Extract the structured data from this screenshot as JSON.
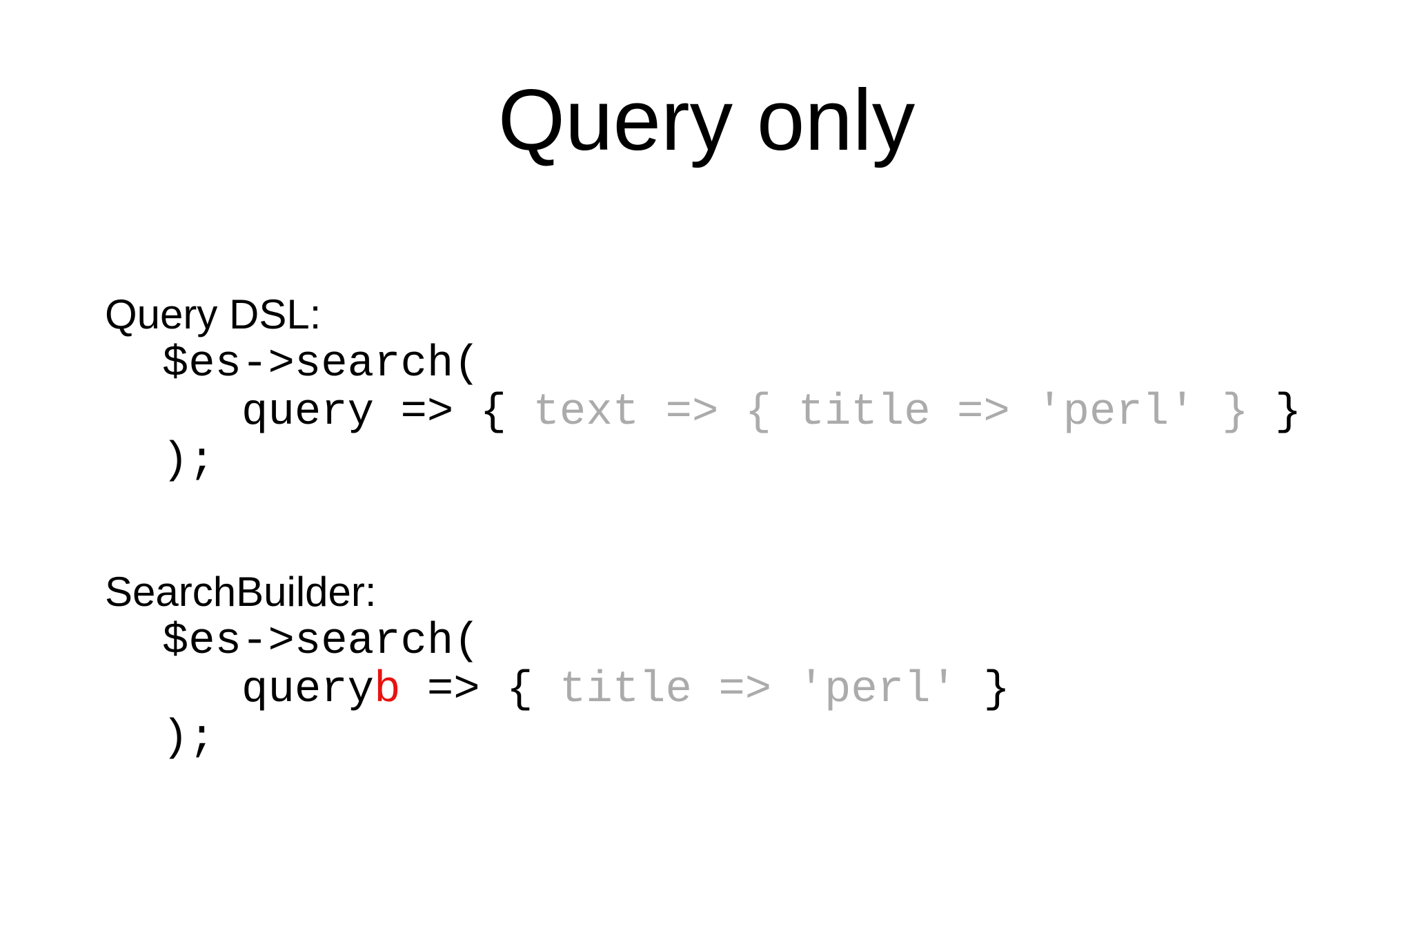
{
  "slide": {
    "title": "Query only",
    "colors": {
      "background": "#ffffff",
      "black": "#000000",
      "gray": "#ababab",
      "red": "#e8120f"
    },
    "sections": [
      {
        "label": "Query DSL:",
        "code_lines": [
          {
            "segments": [
              {
                "t": "  $es->search(",
                "c": "black"
              }
            ]
          },
          {
            "segments": [
              {
                "t": "     query => {",
                "c": "black"
              },
              {
                "t": " text => { title => 'perl' }",
                "c": "gray"
              },
              {
                "t": " }",
                "c": "black"
              }
            ]
          },
          {
            "segments": [
              {
                "t": "  );",
                "c": "black"
              }
            ]
          }
        ]
      },
      {
        "label": "SearchBuilder:",
        "code_lines": [
          {
            "segments": [
              {
                "t": "  $es->search(",
                "c": "black"
              }
            ]
          },
          {
            "segments": [
              {
                "t": "     query",
                "c": "black"
              },
              {
                "t": "b",
                "c": "red"
              },
              {
                "t": " => {",
                "c": "black"
              },
              {
                "t": " title => 'perl' ",
                "c": "gray"
              },
              {
                "t": "}",
                "c": "black"
              }
            ]
          },
          {
            "segments": [
              {
                "t": "  );",
                "c": "black"
              }
            ]
          }
        ]
      }
    ]
  }
}
